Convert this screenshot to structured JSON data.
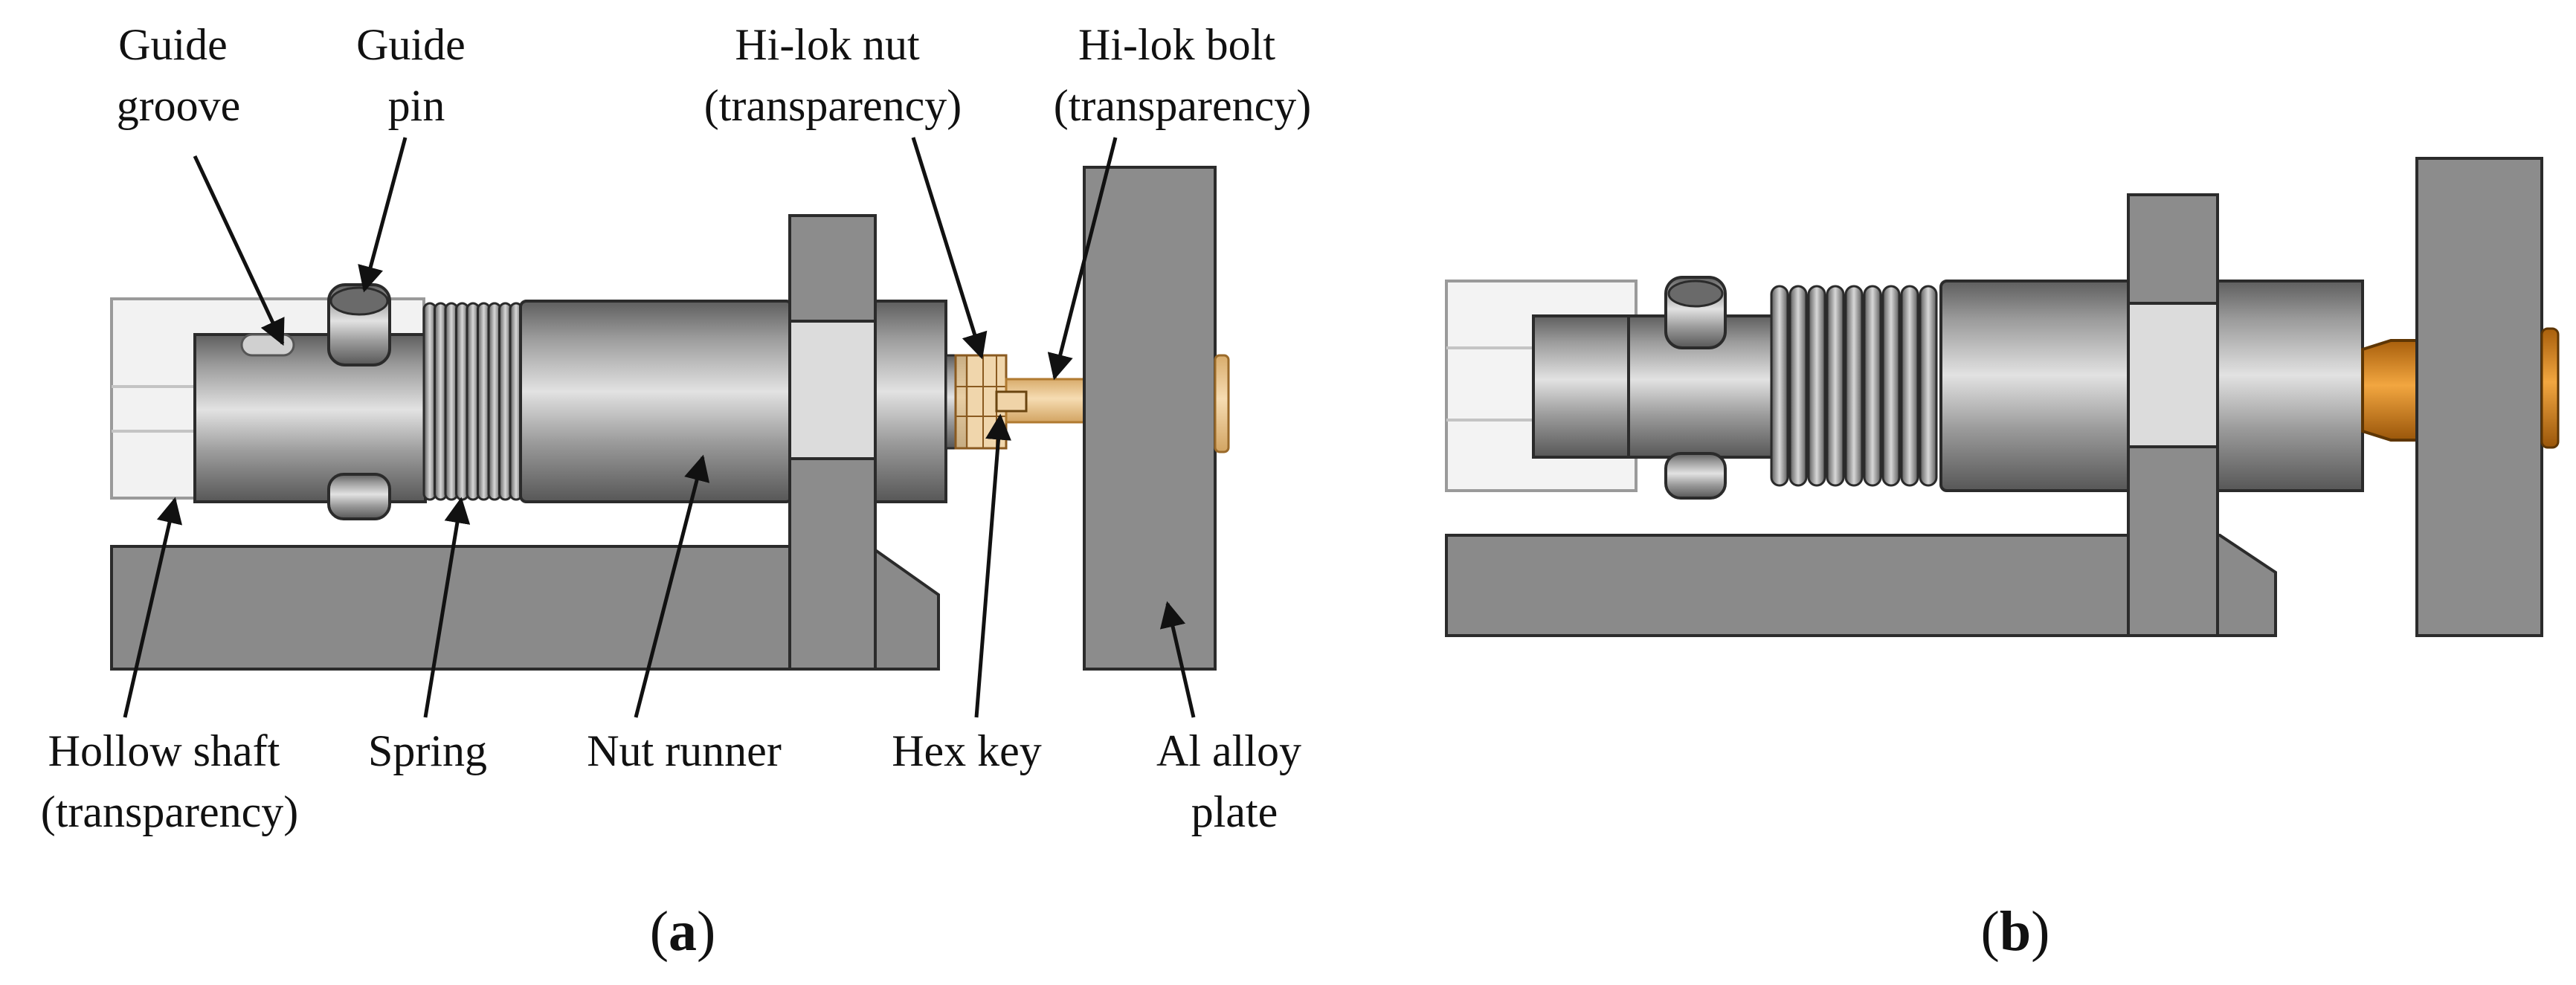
{
  "panel_a": {
    "labels": {
      "guide_groove": [
        "Guide",
        "groove"
      ],
      "guide_pin": [
        "Guide",
        "pin"
      ],
      "hilok_nut": [
        "Hi-lok nut",
        "(transparency)"
      ],
      "hilok_bolt": [
        "Hi-lok bolt",
        "(transparency)"
      ],
      "hollow_shaft": [
        "Hollow shaft",
        "(transparency)"
      ],
      "spring": [
        "Spring"
      ],
      "nut_runner": [
        "Nut runner"
      ],
      "hex_key": [
        "Hex key"
      ],
      "al_plate": [
        "Al alloy",
        "plate"
      ]
    },
    "caption_letter": "a"
  },
  "panel_b": {
    "caption_letter": "b"
  },
  "caption_open": "(",
  "caption_close": ")",
  "colors": {
    "steel": "#8c8c8c",
    "steel_dark": "#7d7d7d",
    "bolt_transparent": "#e9c48f",
    "bolt_orange": "#d98a1e",
    "hex_face": "#dcdcdc",
    "outline": "#2b2b2b"
  }
}
